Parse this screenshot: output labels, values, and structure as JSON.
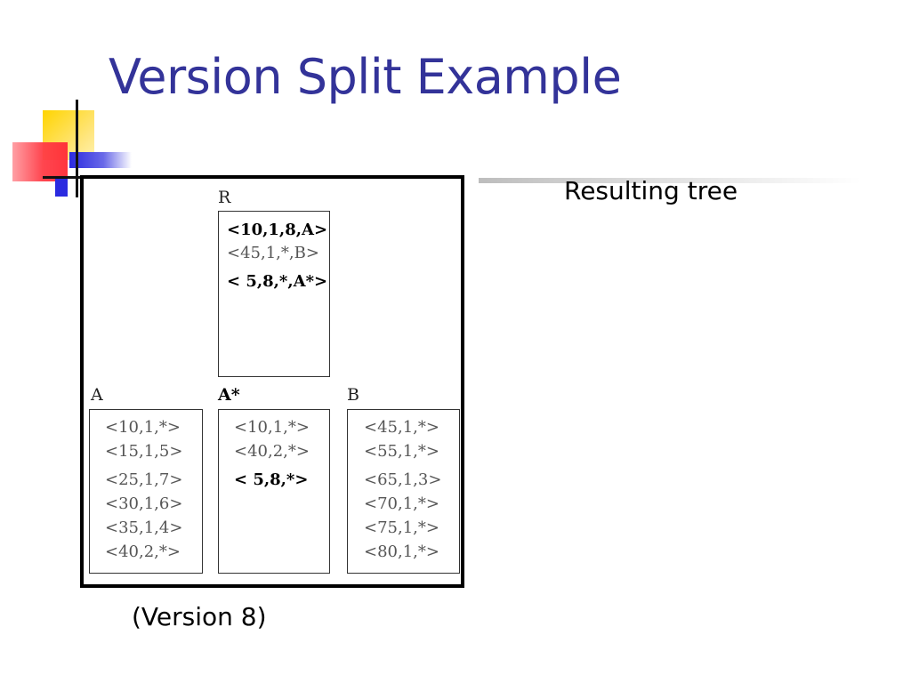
{
  "slide": {
    "title": "Version Split Example",
    "caption": "Resulting tree",
    "version_note": "(Version 8)"
  },
  "colors": {
    "title": "#333399",
    "accent_yellow": "#ffd400",
    "accent_red": "#ff3c46",
    "accent_blue": "#2b2be0"
  },
  "diagram": {
    "root": {
      "label": "R",
      "entries": [
        {
          "text": "<10,1,8,A>",
          "bold": true
        },
        {
          "text": "<45,1,*,B>",
          "bold": false
        },
        {
          "text": "< 5,8,*,A*>",
          "bold": true
        }
      ]
    },
    "leaves": [
      {
        "label": "A",
        "bold_label": false,
        "entries": [
          {
            "text": "<10,1,*>",
            "bold": false
          },
          {
            "text": "<15,1,5>",
            "bold": false
          },
          {
            "text": "<25,1,7>",
            "bold": false
          },
          {
            "text": "<30,1,6>",
            "bold": false
          },
          {
            "text": "<35,1,4>",
            "bold": false
          },
          {
            "text": "<40,2,*>",
            "bold": false
          }
        ]
      },
      {
        "label": "A*",
        "bold_label": true,
        "entries": [
          {
            "text": "<10,1,*>",
            "bold": false
          },
          {
            "text": "<40,2,*>",
            "bold": false
          },
          {
            "text": "< 5,8,*>",
            "bold": true
          }
        ]
      },
      {
        "label": "B",
        "bold_label": false,
        "entries": [
          {
            "text": "<45,1,*>",
            "bold": false
          },
          {
            "text": "<55,1,*>",
            "bold": false
          },
          {
            "text": "<65,1,3>",
            "bold": false
          },
          {
            "text": "<70,1,*>",
            "bold": false
          },
          {
            "text": "<75,1,*>",
            "bold": false
          },
          {
            "text": "<80,1,*>",
            "bold": false
          }
        ]
      }
    ]
  }
}
